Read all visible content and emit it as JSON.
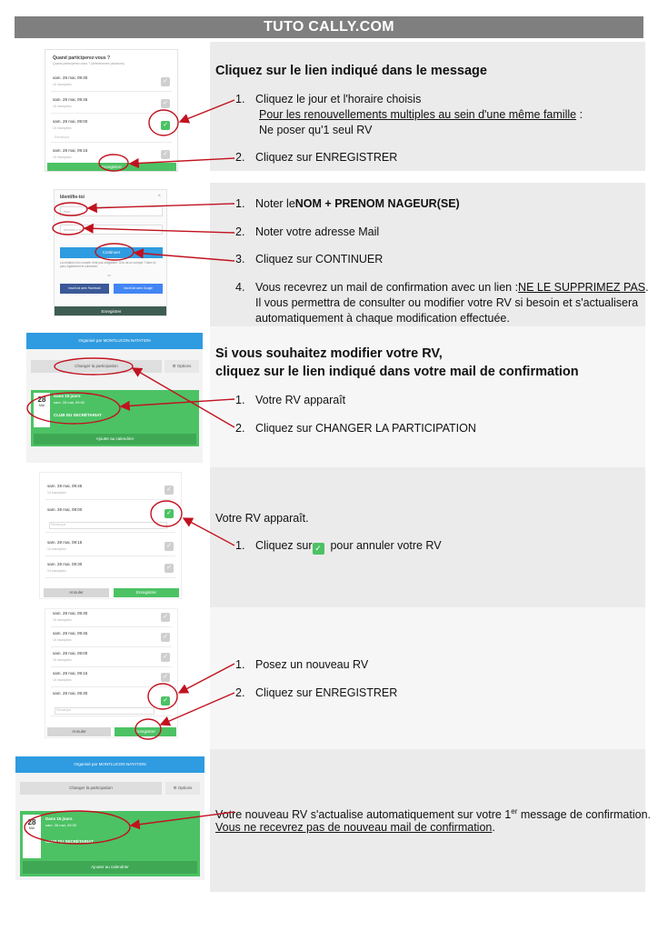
{
  "page": {
    "title": "TUTO CALLY.COM"
  },
  "sections": {
    "s1": {
      "heading": "Cliquez sur le lien indiqué dans le message",
      "items": [
        {
          "num": "1.",
          "text": "Cliquez le jour et l'horaire choisis"
        },
        {
          "num": "2.",
          "text": "Cliquez sur  ENREGISTRER"
        }
      ],
      "note_underline": "Pour les renouvellements multiples au sein d'une même famille",
      "note_colon": " :",
      "note_2": "Ne poser qu'1 seul RV"
    },
    "s2": {
      "items": [
        {
          "num": "1.",
          "prefix": "Noter le ",
          "bold": "NOM + PRENOM  NAGEUR(SE)"
        },
        {
          "num": "2.",
          "text": "Noter votre adresse Mail"
        },
        {
          "num": "3.",
          "text": "Cliquez sur  CONTINUER"
        },
        {
          "num": "4.",
          "line1_a": "Vous recevrez un mail de confirmation avec un lien : ",
          "line1_u": "NE LE SUPPRIMEZ PAS",
          "line1_b": ".",
          "line2": "Il vous permettra de consulter ou modifier votre RV si besoin et s'actualisera",
          "line3": "automatiquement à chaque modification effectuée."
        }
      ]
    },
    "s3": {
      "heading1": "Si vous souhaitez modifier votre RV,",
      "heading2": "cliquez sur le lien indiqué dans votre mail de confirmation",
      "items": [
        {
          "num": "1.",
          "text": "Votre RV apparaît"
        },
        {
          "num": "2.",
          "text": "Cliquez sur  CHANGER LA PARTICIPATION"
        }
      ]
    },
    "s4": {
      "intro": "Votre RV apparaît.",
      "items": [
        {
          "num": "1.",
          "before": "Cliquez sur ",
          "after": "  pour annuler votre RV"
        }
      ]
    },
    "s5": {
      "items": [
        {
          "num": "1.",
          "text": "Posez un nouveau RV"
        },
        {
          "num": "2.",
          "text": "Cliquez sur  ENREGISTRER"
        }
      ]
    },
    "s6": {
      "line1_a": "Votre nouveau RV s'actualise automatiquement sur votre 1",
      "line1_sup": "er",
      "line1_b": " message de confirmation.",
      "line2": "Vous ne recevrez pas de nouveau mail de confirmation",
      "line2_end": "."
    }
  },
  "screens": {
    "participate": {
      "title": "Quand participerez-vous ?",
      "subtitle": "Quand participerez-vous ? (sélectionnez plusieurs)",
      "slots": [
        "sam. 28 mai, 09:30",
        "sam. 28 mai, 09:45",
        "sam. 28 mai, 09:00",
        "sam. 28 mai, 09:15"
      ],
      "inscriptions": "10 inscription",
      "remarque": "Remarque",
      "save": "Enregistrer",
      "cancel": "Annuler"
    },
    "identify": {
      "title": "Identifie-toi",
      "close": "×",
      "name_ph": "Nom",
      "email_ph": "Adresse e-mail",
      "continue": "Continuer",
      "legal": "La création d'un compte n'est pas obligatoire. Si tu as un compte ? Alors tu peux également te connecter.",
      "or": "ou",
      "facebook": "Inscrit-toi avec Facebook",
      "google": "Inscrit-toi avec Google",
      "save": "Enregistrer"
    },
    "confirm": {
      "banner": "Organisé par MONTLUCON NATATION",
      "change": "Changer la participation",
      "options": "Options",
      "gear": "⚙",
      "day": "28",
      "month": "MAI",
      "in_days": "Dans 15 jours",
      "date_time": "sam. 28 mai, 09:00",
      "club": "CLUB DU SECRÉTARIAT",
      "calendar": "Ajouter au calendrier"
    },
    "confirm2": {
      "date_time": "sam. 28 mai, 09:30"
    }
  },
  "colors": {
    "green": "#4cc264",
    "red": "#c1121f",
    "banner": "#2f9be0",
    "band": "#ebebeb",
    "title_bar": "#7f7f7f"
  }
}
